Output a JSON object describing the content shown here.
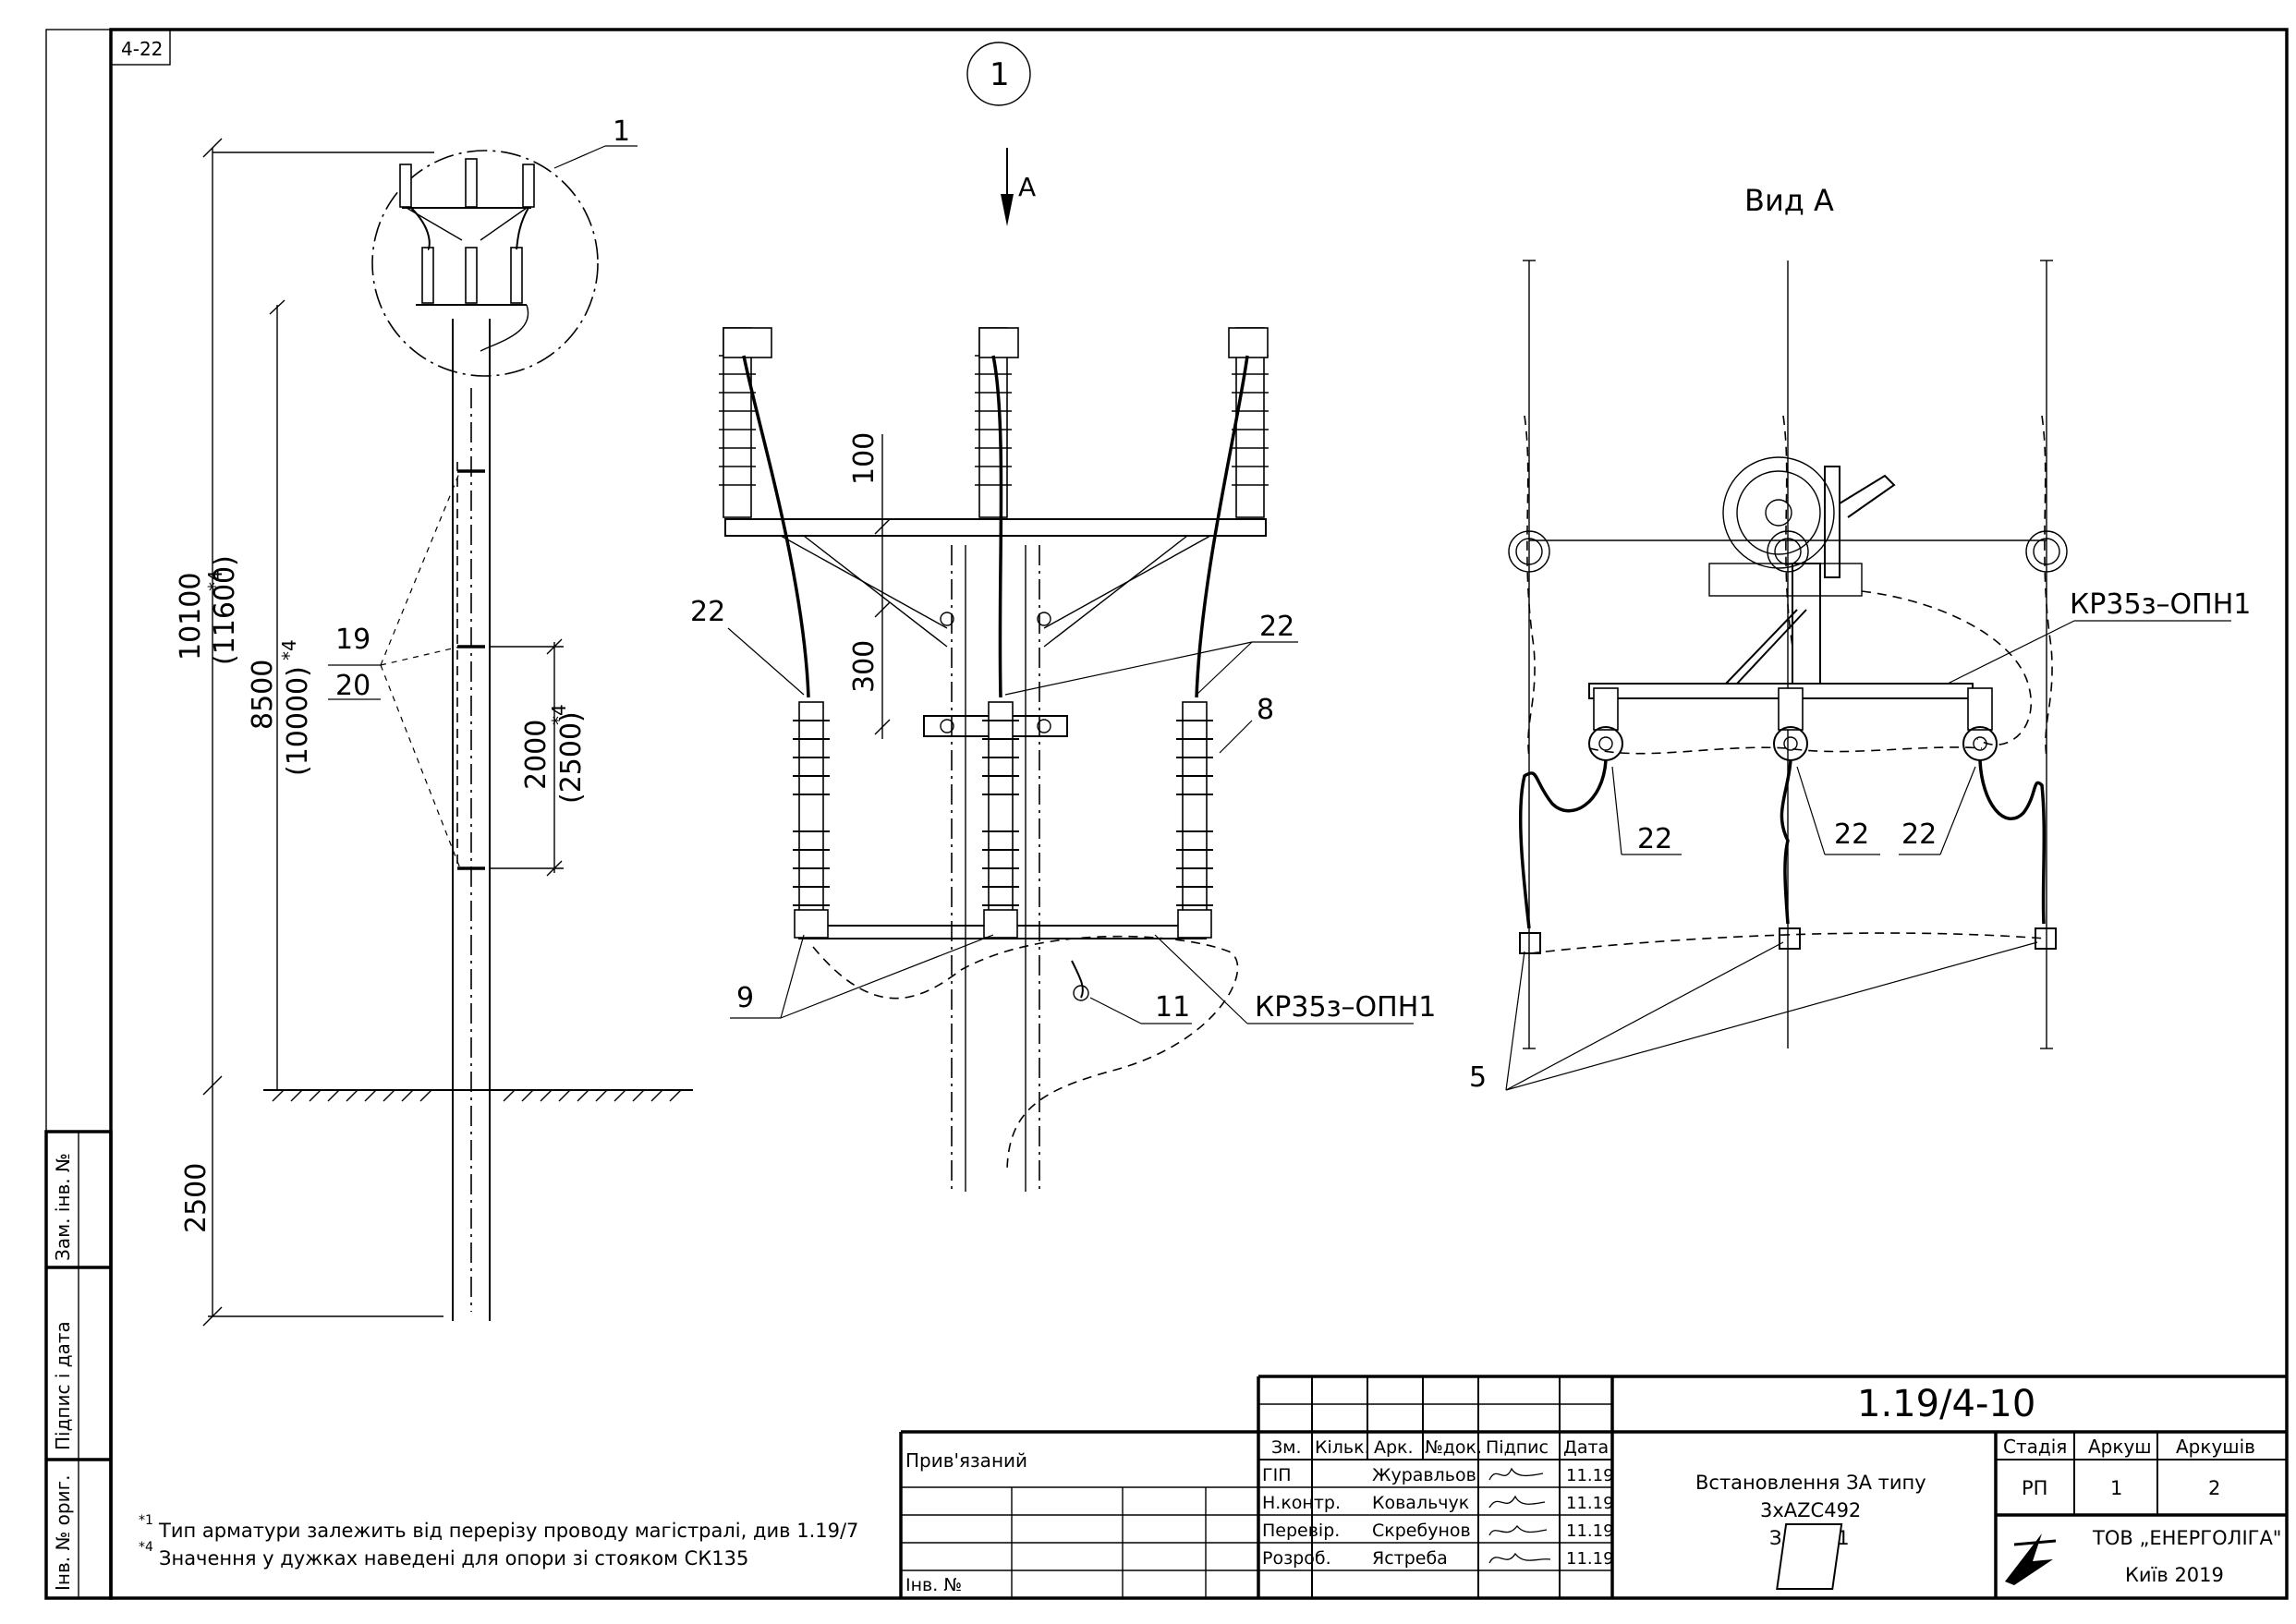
{
  "sheet": {
    "sheet_code": "4-22",
    "callout_number": "1",
    "view_arrow": "A",
    "view_title": "Вид А"
  },
  "pole_elevation": {
    "callout_1": "1",
    "dim_total": "10100",
    "dim_total_alt": "(11600)",
    "dim_total_mark": "*4",
    "dim_above": "8500",
    "dim_above_alt": "(10000)",
    "dim_above_mark": "*4",
    "dim_spacing": "2000",
    "dim_spacing_alt": "(2500)",
    "dim_spacing_mark": "*4",
    "dim_underground": "2500",
    "label_19": "19",
    "label_20": "20"
  },
  "front_view": {
    "dim_100": "100",
    "dim_300": "300",
    "label_22_left": "22",
    "label_22_right": "22",
    "label_8": "8",
    "label_9": "9",
    "label_11": "11",
    "label_kr": "КР35з–ОПН1"
  },
  "view_a": {
    "label_kr": "КР35з–ОПН1",
    "label_22_a": "22",
    "label_22_b": "22",
    "label_22_c": "22",
    "label_5": "5"
  },
  "notes": {
    "note1_mark": "*1",
    "note1": "Тип арматури залежить від перерізу проводу магістралі, див 1.19/7",
    "note4_mark": "*4",
    "note4": "Значення у дужках наведені для опори зі стояком СК135"
  },
  "side_stamp": {
    "zam_inv": "Зам. інв. №",
    "pidpys_data": "Підпис і дата",
    "inv_orig": "Інв. № ориг."
  },
  "title_block": {
    "pryviazanyi": "Прив'язаний",
    "inv_no": "Інв. №",
    "headers": [
      "Зм.",
      "Кільк.",
      "Арк.",
      "№док.",
      "Підпис",
      "Дата"
    ],
    "rows": [
      {
        "role": "ГІП",
        "name": "Журавльов",
        "date": "11.19"
      },
      {
        "role": "Н.контр.",
        "name": "Ковальчук",
        "date": "11.19"
      },
      {
        "role": "Перевір.",
        "name": "Скребунов",
        "date": "11.19"
      },
      {
        "role": "Розроб.",
        "name": "Ястреба",
        "date": "11.19"
      }
    ],
    "doc_code": "1.19/4-10",
    "title_line1": "Встановлення ЗА типу",
    "title_line2": "3хAZC492",
    "title_line3": "ЗА35з-1",
    "stage_label": "Стадія",
    "sheet_label": "Аркуш",
    "sheets_label": "Аркушів",
    "stage": "РП",
    "sheet": "1",
    "sheets": "2",
    "company": "ТОВ „ЕНЕРГОЛІГА\"",
    "city_year": "Київ 2019"
  }
}
